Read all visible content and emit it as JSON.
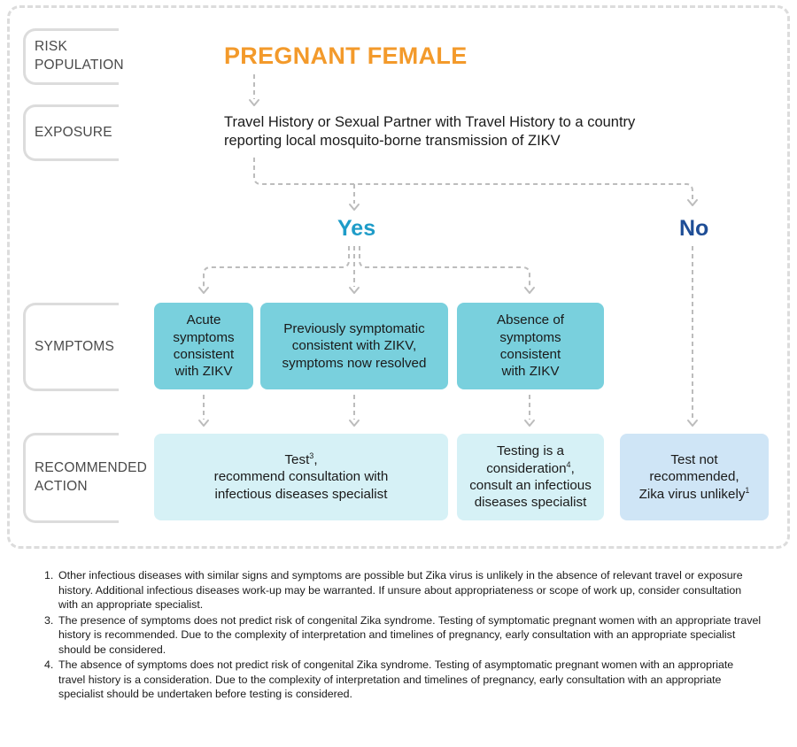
{
  "row_labels": {
    "risk_population": "RISK POPULATION",
    "exposure": "EXPOSURE",
    "symptoms": "SYMPTOMS",
    "recommended_action": "RECOMMENDED\nACTION"
  },
  "title": "PREGNANT FEMALE",
  "exposure_text": "Travel History or Sexual Partner with Travel History to a country\nreporting local mosquito-borne transmission of ZIKV",
  "yes_label": "Yes",
  "no_label": "No",
  "symptoms": {
    "acute": "Acute\nsymptoms\nconsistent\nwith ZIKV",
    "previous": "Previously symptomatic\nconsistent with ZIKV,\nsymptoms now resolved",
    "absence": "Absence of\nsymptoms\nconsistent\nwith ZIKV"
  },
  "actions": {
    "test_line1": "Test",
    "test_sup": "3",
    "test_line2": ",\nrecommend consultation with\ninfectious diseases specialist",
    "consider_line1": "Testing is a\nconsideration",
    "consider_sup": "4",
    "consider_line2": ",\nconsult an infectious\ndiseases specialist",
    "not_line1": "Test not\nrecommended,\nZika virus unlikely",
    "not_sup": "1"
  },
  "footnotes": [
    {
      "num": "1.",
      "text": "Other infectious diseases with similar signs and symptoms are possible but Zika virus is unlikely in the absence of relevant travel or exposure history. Additional infectious diseases work-up may be warranted. If unsure about appropriateness or scope of work up, consider consultation with an appropriate specialist."
    },
    {
      "num": "3.",
      "text": "The presence of symptoms does not predict risk of congenital Zika syndrome. Testing of symptomatic pregnant women with an appropriate travel history is recommended. Due to the complexity of interpretation and timelines of pregnancy, early consultation with an appropriate specialist should be considered."
    },
    {
      "num": "4.",
      "text": "The absence of symptoms does not predict risk of congenital Zika syndrome. Testing of asymptomatic pregnant women with an appropriate travel history is a consideration. Due to the complexity of interpretation and timelines of pregnancy, early consultation with an appropriate specialist should be undertaken before testing is considered."
    }
  ],
  "colors": {
    "title": "#f39a2b",
    "yes": "#1e9cc8",
    "no": "#1f4e96",
    "symptom_box": "#79d0dd",
    "action_box": "#d6f1f6",
    "action_no_box": "#cfe5f6",
    "connector": "#bcbcbc"
  }
}
